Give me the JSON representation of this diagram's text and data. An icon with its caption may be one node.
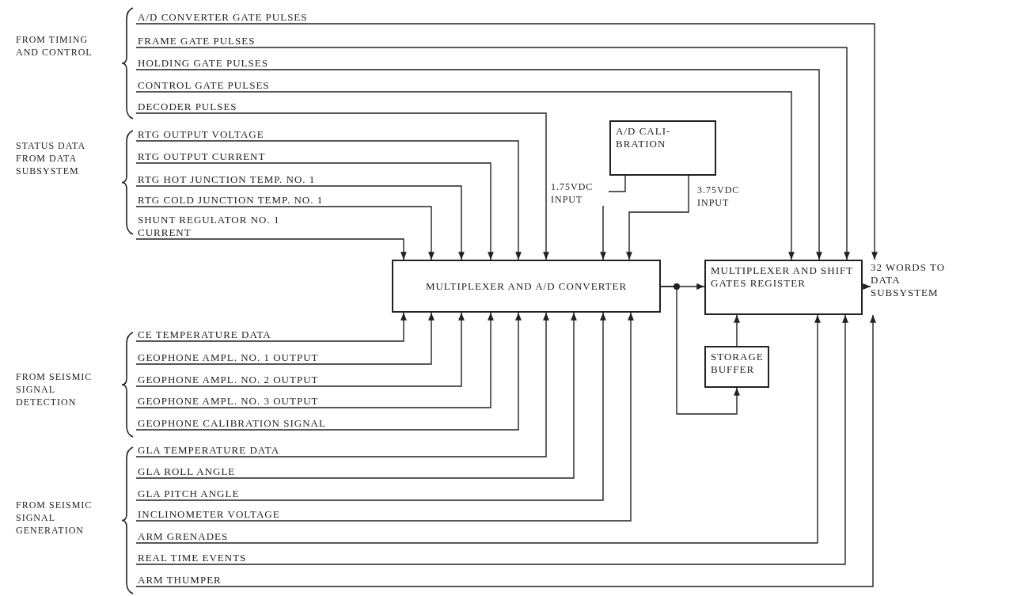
{
  "diagram": {
    "nodes": [
      {
        "text": [
          "A/D CONVERTER GATE PULSES"
        ]
      },
      {
        "text": [
          "FRAME GATE PULSES"
        ]
      },
      {
        "text": [
          "HOLDING GATE PULSES"
        ]
      },
      {
        "text": [
          "CONTROL GATE PULSES"
        ]
      },
      {
        "text": [
          "DECODER PULSES"
        ]
      },
      {
        "text": [
          "RTG OUTPUT VOLTAGE"
        ]
      },
      {
        "text": [
          "RTG OUTPUT CURRENT"
        ]
      },
      {
        "text": [
          "RTG HOT JUNCTION TEMP. NO. 1"
        ]
      },
      {
        "text": [
          "RTG COLD JUNCTION TEMP. NO. 1"
        ]
      },
      {
        "text": [
          "SHUNT REGULATOR NO. 1 CURRENT"
        ]
      },
      {
        "text": [
          "A/D CALI- BRATION"
        ]
      },
      {
        "text": [
          "MULTIPLEXER AND A/D CONVERTER"
        ]
      },
      {
        "text": [
          "MULTIPLEXER AND SHIFT GATES REGISTER"
        ]
      },
      {
        "text": [
          "32 WORDS TO DATA SUBSYSTEM"
        ]
      },
      {
        "text": [
          "STORAGE BUFFER"
        ]
      },
      {
        "text": [
          "CE TEMPERATURE DATA"
        ]
      },
      {
        "text": [
          "GEOPHONE AMPL. NO. 1 OUTPUT"
        ]
      },
      {
        "text": [
          "GEOPHONE AMPL. NO. 2 OUTPUT"
        ]
      },
      {
        "text": [
          "GEOPHONE AMPL. NO. 3 OUTPUT"
        ]
      },
      {
        "text": [
          "GEOPHONE CALIBRATION SIGNAL"
        ]
      },
      {
        "text": [
          "GLA TEMPERATURE DATA"
        ]
      },
      {
        "text": [
          "GLA ROLL ANGLE"
        ]
      },
      {
        "text": [
          "GLA PITCH ANGLE"
        ]
      },
      {
        "text": [
          "INCLINOMETER VOLTAGE"
        ]
      },
      {
        "text": [
          "ARM GRENADES"
        ]
      },
      {
        "text": [
          "REAL TIME EVENTS"
        ]
      },
      {
        "text": [
          "ARM THUMPER"
        ]
      }
    ],
    "edges": [
      {
        "from": 0,
        "to": 12,
        "arrow": "to"
      },
      {
        "from": 1,
        "to": 12,
        "arrow": "to"
      },
      {
        "from": 2,
        "to": 12,
        "arrow": "to"
      },
      {
        "from": 3,
        "to": 12,
        "arrow": "to"
      },
      {
        "from": 4,
        "to": 11,
        "arrow": "to"
      },
      {
        "from": 5,
        "to": 11,
        "arrow": "to"
      },
      {
        "from": 6,
        "to": 11,
        "arrow": "to"
      },
      {
        "from": 7,
        "to": 11,
        "arrow": "to"
      },
      {
        "from": 8,
        "to": 11,
        "arrow": "to"
      },
      {
        "from": 9,
        "to": 11,
        "arrow": "to"
      },
      {
        "from": 10,
        "to": 11,
        "arrow": "to",
        "label": "1.75VDC INPUT"
      },
      {
        "from": 10,
        "to": 11,
        "arrow": "to",
        "label": "3.75VDC INPUT"
      },
      {
        "from": 11,
        "to": 12,
        "arrow": "to"
      },
      {
        "from": 11,
        "to": 14,
        "arrow": "to"
      },
      {
        "from": 14,
        "to": 12,
        "arrow": "to"
      },
      {
        "from": 12,
        "to": 13,
        "arrow": "to"
      },
      {
        "from": 15,
        "to": 11,
        "arrow": "to"
      },
      {
        "from": 16,
        "to": 11,
        "arrow": "to"
      },
      {
        "from": 17,
        "to": 11,
        "arrow": "to"
      },
      {
        "from": 18,
        "to": 11,
        "arrow": "to"
      },
      {
        "from": 19,
        "to": 11,
        "arrow": "to"
      },
      {
        "from": 20,
        "to": 11,
        "arrow": "to"
      },
      {
        "from": 21,
        "to": 11,
        "arrow": "to"
      },
      {
        "from": 22,
        "to": 11,
        "arrow": "to"
      },
      {
        "from": 23,
        "to": 11,
        "arrow": "to"
      },
      {
        "from": 24,
        "to": 12,
        "arrow": "to"
      },
      {
        "from": 25,
        "to": 12,
        "arrow": "to"
      },
      {
        "from": 26,
        "to": 12,
        "arrow": "to"
      }
    ],
    "labels": [
      "FROM TIMING AND CONTROL",
      "STATUS DATA FROM DATA SUBSYSTEM",
      "FROM SEISMIC SIGNAL DETECTION",
      "FROM SEISMIC SIGNAL GENERATION"
    ]
  }
}
